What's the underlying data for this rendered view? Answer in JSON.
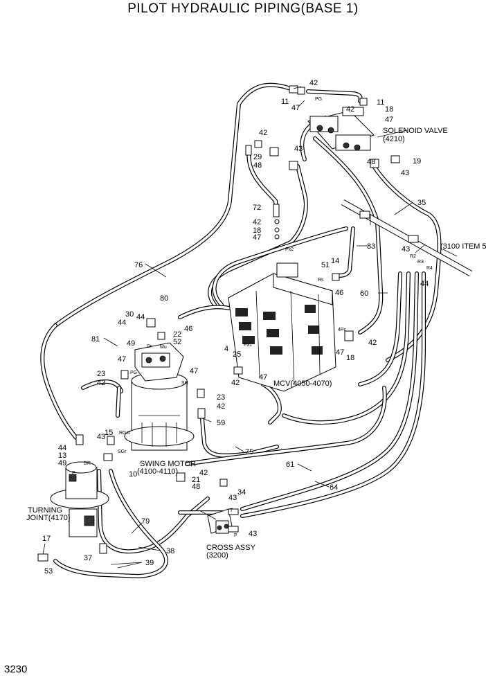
{
  "title": "PILOT HYDRAULIC PIPING(BASE 1)",
  "page_number": "3230",
  "components": {
    "solenoid_valve": "SOLENOID VALVE",
    "solenoid_valve_ref": "(4210)",
    "mcv": "MCV(4050-4070)",
    "swing_motor": "SWING MOTOR",
    "swing_motor_ref": "(4100-4110)",
    "turning_joint": "TURNING",
    "turning_joint_2": "JOINT(4170)",
    "cross_assy": "CROSS ASSY",
    "cross_assy_ref": "(3200)",
    "item_ref": "(3100 ITEM 5)"
  },
  "port_labels": {
    "pg_top": "PG",
    "px2": "Px2",
    "rs": "Rs",
    "px1": "Px1",
    "pc4": "4Pc",
    "dr_motor": "Dr",
    "mu": "Mu",
    "pg_motor": "PG",
    "sh": "SH",
    "rgcr": "RGcr",
    "sgr": "SGr",
    "dr_joint": "DR",
    "p_joint": "P",
    "t": "T",
    "p": "P",
    "r2": "R2",
    "r3": "R3",
    "r4": "R4"
  },
  "callouts": {
    "c42a": "42",
    "c11a": "11",
    "c47a": "47",
    "c42b": "42",
    "c11b": "11",
    "c18a": "18",
    "c47b": "47",
    "c42c": "42",
    "c43a": "43",
    "c29": "29",
    "c48a": "48",
    "c48b": "48",
    "c19": "19",
    "c43b": "43",
    "c35": "35",
    "c72": "72",
    "c42d": "42",
    "c18b": "18",
    "c47c": "47",
    "c83": "83",
    "c76": "76",
    "c43c": "43",
    "c51": "51",
    "c14": "14",
    "c46a": "46",
    "c60": "60",
    "c44a": "44",
    "c80": "80",
    "c30": "30",
    "c44b": "44",
    "c44c": "44",
    "c46b": "46",
    "c22": "22",
    "c52": "52",
    "c49a": "49",
    "c81": "81",
    "c4": "4",
    "c25": "25",
    "c42e": "42",
    "c47d": "47",
    "c18c": "18",
    "c47e": "47",
    "c42f": "42",
    "c23a": "23",
    "c42g": "42",
    "c47f": "47",
    "c47g": "47",
    "c23b": "23",
    "c42h": "42",
    "c59": "59",
    "c75": "75",
    "c43d": "43",
    "c15": "15",
    "c44d": "44",
    "c13": "13",
    "c49b": "49",
    "c10": "10",
    "c61": "61",
    "c42i": "42",
    "c21": "21",
    "c48c": "48",
    "c34": "34",
    "c43e": "43",
    "c64": "64",
    "c79": "79",
    "c38": "38",
    "c17": "17",
    "c37": "37",
    "c39": "39",
    "c53": "53",
    "c43f": "43"
  }
}
